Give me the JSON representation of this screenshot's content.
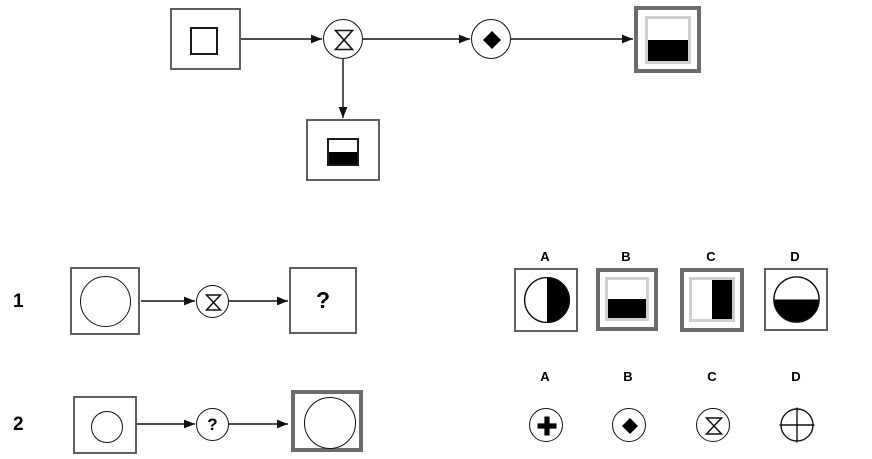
{
  "puzzle": {
    "title": "visual-analogy-operator-puzzle",
    "colors": {
      "ink": "#000000",
      "box_stroke": "#5f5f5f",
      "shape_stroke": "#111111",
      "fill": "#000000",
      "background": "#ffffff"
    }
  },
  "example_diagram": {
    "name": "worked-example",
    "nodes": [
      {
        "id": "ex-input",
        "kind": "box",
        "shape": "square",
        "fill": "none",
        "size": "small",
        "icon_name": "square-outline-icon"
      },
      {
        "id": "ex-op-hourglass",
        "kind": "operator",
        "symbol": "hourglass",
        "icon_name": "hourglass-operator-icon"
      },
      {
        "id": "ex-branch",
        "kind": "box",
        "shape": "square",
        "fill": "bottom-half",
        "size": "small",
        "icon_name": "square-bottom-half-filled-icon"
      },
      {
        "id": "ex-op-diamond",
        "kind": "operator",
        "symbol": "diamond",
        "icon_name": "diamond-operator-icon"
      },
      {
        "id": "ex-output",
        "kind": "box",
        "shape": "square",
        "fill": "bottom-half",
        "size": "large",
        "icon_name": "square-bottom-half-filled-icon"
      }
    ],
    "edges": [
      {
        "from": "ex-input",
        "to": "ex-op-hourglass",
        "direction": "right"
      },
      {
        "from": "ex-op-hourglass",
        "to": "ex-branch",
        "direction": "down"
      },
      {
        "from": "ex-op-hourglass",
        "to": "ex-op-diamond",
        "direction": "right"
      },
      {
        "from": "ex-op-diamond",
        "to": "ex-output",
        "direction": "right"
      }
    ]
  },
  "questions": [
    {
      "number": "1",
      "name": "question-row-1",
      "input": {
        "kind": "box",
        "shape": "circle",
        "fill": "none",
        "size": "large",
        "icon_name": "circle-outline-icon"
      },
      "operator": {
        "kind": "operator",
        "symbol": "hourglass",
        "icon_name": "hourglass-operator-icon"
      },
      "output": {
        "kind": "box",
        "shape": "question",
        "label": "?",
        "icon_name": "question-mark-icon"
      }
    },
    {
      "number": "2",
      "name": "question-row-2",
      "input": {
        "kind": "box",
        "shape": "circle",
        "fill": "none",
        "size": "small",
        "icon_name": "circle-outline-icon"
      },
      "operator": {
        "kind": "operator",
        "symbol": "question",
        "label": "?",
        "icon_name": "question-mark-icon"
      },
      "output": {
        "kind": "box",
        "shape": "circle",
        "fill": "none",
        "size": "large",
        "icon_name": "circle-outline-icon"
      }
    }
  ],
  "answer_rows": [
    {
      "name": "answer-options-row-1",
      "for_question": "1",
      "options": [
        {
          "letter": "A",
          "shape": "circle",
          "fill": "right-half",
          "framed": false,
          "icon_name": "circle-right-half-filled-icon"
        },
        {
          "letter": "B",
          "shape": "square",
          "fill": "bottom-half",
          "framed": true,
          "icon_name": "square-bottom-half-filled-icon"
        },
        {
          "letter": "C",
          "shape": "square",
          "fill": "right-half",
          "framed": true,
          "icon_name": "square-right-half-filled-icon"
        },
        {
          "letter": "D",
          "shape": "circle",
          "fill": "bottom-half",
          "framed": false,
          "icon_name": "circle-bottom-half-filled-icon"
        }
      ]
    },
    {
      "name": "answer-options-row-2",
      "for_question": "2",
      "options": [
        {
          "letter": "A",
          "symbol": "plus",
          "icon_name": "plus-operator-icon"
        },
        {
          "letter": "B",
          "symbol": "diamond",
          "icon_name": "diamond-operator-icon"
        },
        {
          "letter": "C",
          "symbol": "hourglass",
          "icon_name": "hourglass-operator-icon"
        },
        {
          "letter": "D",
          "symbol": "crosshair",
          "icon_name": "crosshair-operator-icon"
        }
      ]
    }
  ]
}
